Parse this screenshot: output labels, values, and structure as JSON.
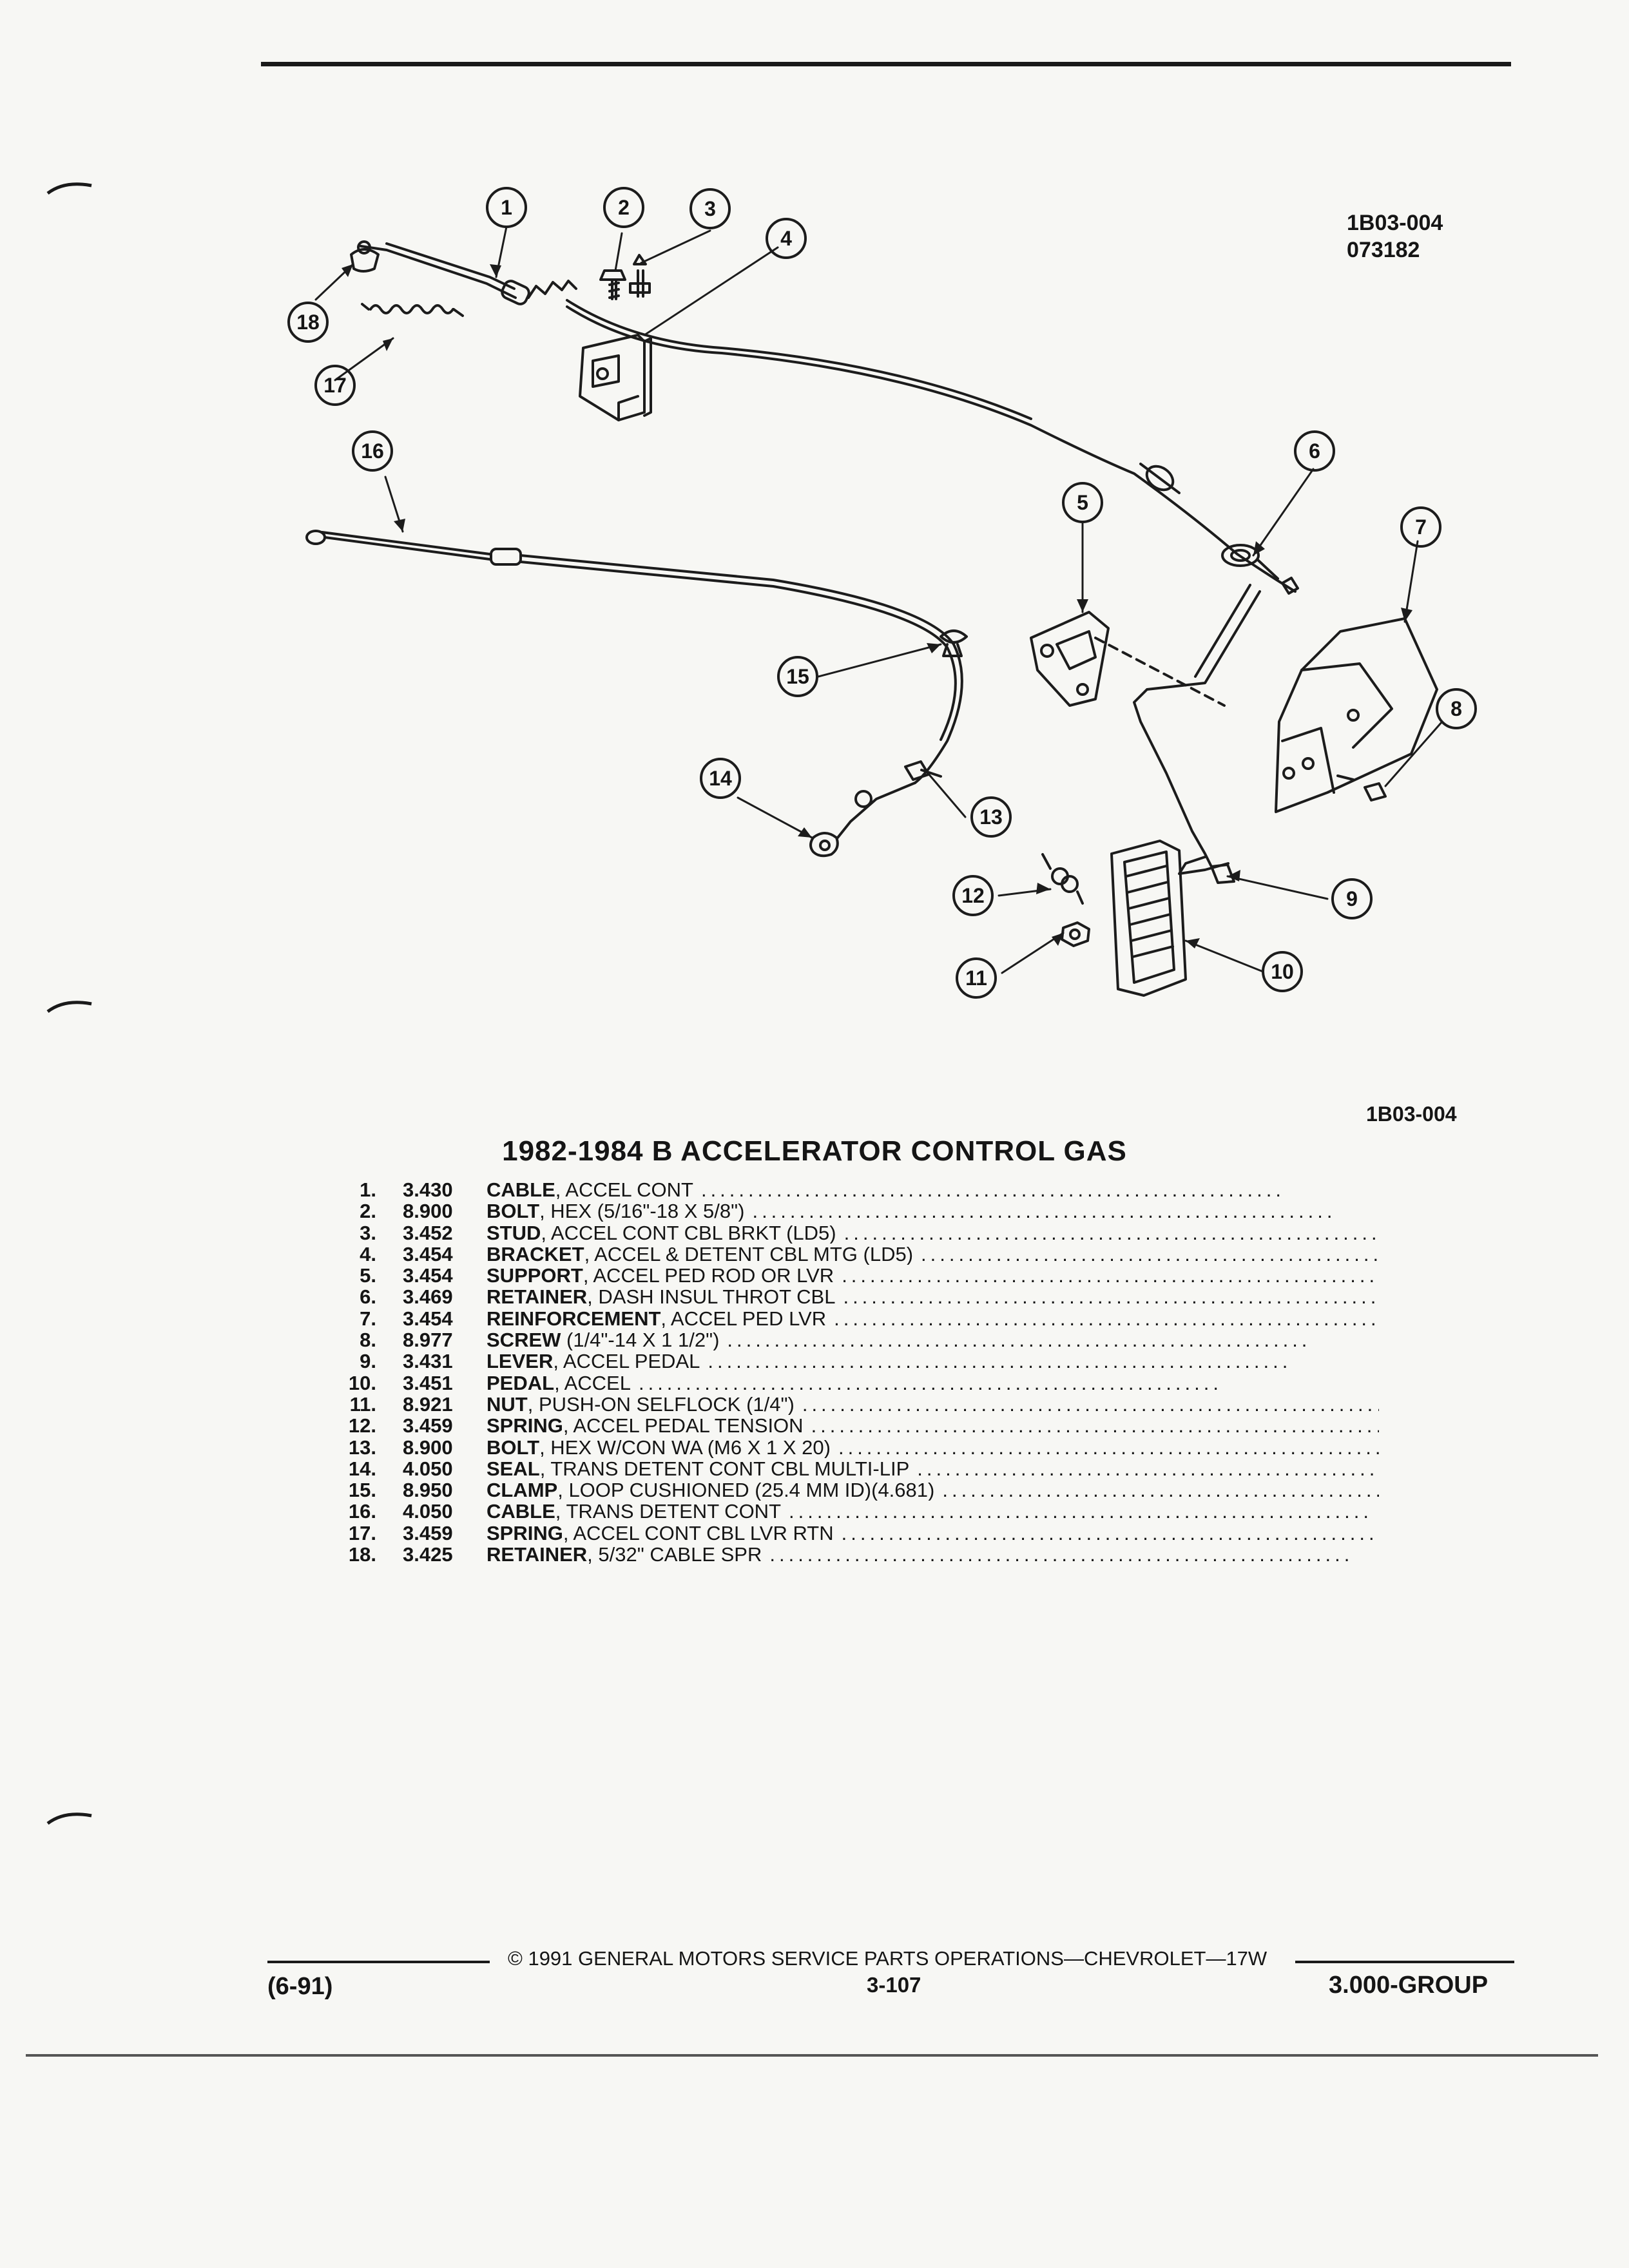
{
  "figure": {
    "ref_top": [
      "1B03-004",
      "073182"
    ],
    "ref_bottom": "1B03-004",
    "callouts": [
      "1",
      "2",
      "3",
      "4",
      "5",
      "6",
      "7",
      "8",
      "9",
      "10",
      "11",
      "12",
      "13",
      "14",
      "15",
      "16",
      "17",
      "18"
    ]
  },
  "title": "1982-1984 B ACCELERATOR CONTROL GAS",
  "parts": [
    {
      "num": "1.",
      "code": "3.430",
      "name": "CABLE",
      "desc": ", ACCEL CONT"
    },
    {
      "num": "2.",
      "code": "8.900",
      "name": "BOLT",
      "desc": ", HEX (5/16\"-18 X 5/8\")"
    },
    {
      "num": "3.",
      "code": "3.452",
      "name": "STUD",
      "desc": ", ACCEL CONT CBL BRKT (LD5)"
    },
    {
      "num": "4.",
      "code": "3.454",
      "name": "BRACKET",
      "desc": ", ACCEL & DETENT CBL MTG (LD5)"
    },
    {
      "num": "5.",
      "code": "3.454",
      "name": "SUPPORT",
      "desc": ", ACCEL PED ROD OR LVR"
    },
    {
      "num": "6.",
      "code": "3.469",
      "name": "RETAINER",
      "desc": ", DASH INSUL THROT CBL"
    },
    {
      "num": "7.",
      "code": "3.454",
      "name": "REINFORCEMENT",
      "desc": ", ACCEL PED LVR"
    },
    {
      "num": "8.",
      "code": "8.977",
      "name": "SCREW",
      "desc": " (1/4\"-14 X 1 1/2\")"
    },
    {
      "num": "9.",
      "code": "3.431",
      "name": "LEVER",
      "desc": ", ACCEL PEDAL"
    },
    {
      "num": "10.",
      "code": "3.451",
      "name": "PEDAL",
      "desc": ", ACCEL"
    },
    {
      "num": "11.",
      "code": "8.921",
      "name": "NUT",
      "desc": ", PUSH-ON SELFLOCK (1/4\")"
    },
    {
      "num": "12.",
      "code": "3.459",
      "name": "SPRING",
      "desc": ", ACCEL PEDAL TENSION"
    },
    {
      "num": "13.",
      "code": "8.900",
      "name": "BOLT",
      "desc": ", HEX W/CON WA (M6 X 1 X 20)"
    },
    {
      "num": "14.",
      "code": "4.050",
      "name": "SEAL",
      "desc": ", TRANS DETENT CONT CBL MULTI-LIP"
    },
    {
      "num": "15.",
      "code": "8.950",
      "name": "CLAMP",
      "desc": ", LOOP CUSHIONED (25.4 MM ID)(4.681)"
    },
    {
      "num": "16.",
      "code": "4.050",
      "name": "CABLE",
      "desc": ", TRANS DETENT CONT"
    },
    {
      "num": "17.",
      "code": "3.459",
      "name": "SPRING",
      "desc": ", ACCEL CONT CBL LVR RTN"
    },
    {
      "num": "18.",
      "code": "3.425",
      "name": "RETAINER",
      "desc": ", 5/32\" CABLE SPR"
    }
  ],
  "footer": {
    "copyright": "© 1991 GENERAL MOTORS SERVICE PARTS OPERATIONS—CHEVROLET—17W",
    "date": "(6-91)",
    "page": "3-107",
    "group": "3.000-GROUP"
  }
}
